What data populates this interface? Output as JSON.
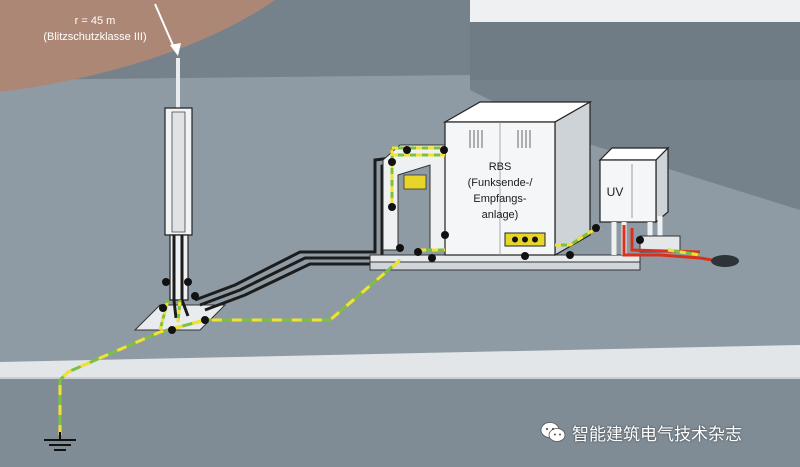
{
  "radius_label": {
    "line1": "r = 45 m",
    "line2": "(Blitzschutzklasse III)"
  },
  "rbs_label": {
    "line1": "RBS",
    "line2": "(Funksende-/",
    "line3": "Empfangs-",
    "line4": "anlage)"
  },
  "uv_label": "UV",
  "watermark": {
    "icon": "wechat-icon",
    "text": "智能建筑电气技术杂志"
  },
  "colors": {
    "roof": "#8e9aa3",
    "building_face": "#7a8791",
    "parapet": "#dfe3e6",
    "sky_zone": "#b08a78",
    "ground_conductor": "#7fbf3f",
    "ground_stripe": "#f2e230",
    "cable": "#1c1c1c",
    "power_cable": "#d93020",
    "equipment": "#f3f5f6"
  }
}
